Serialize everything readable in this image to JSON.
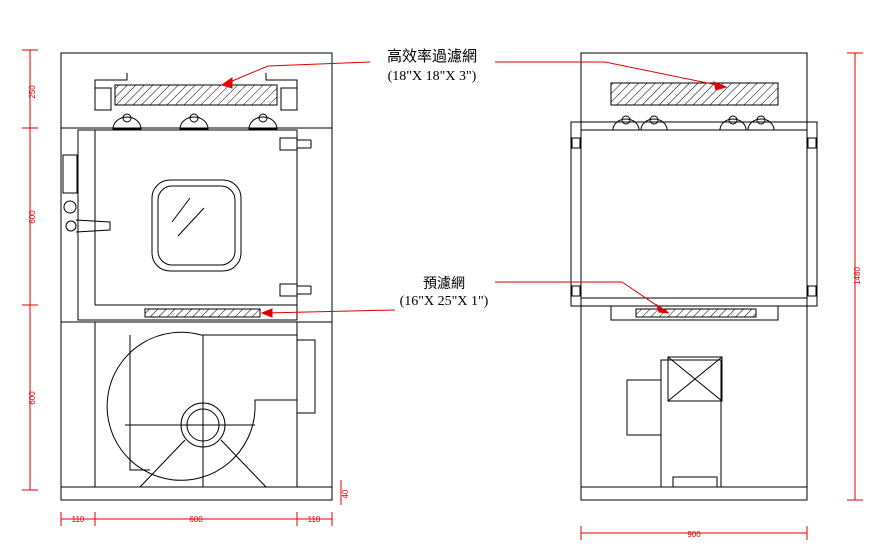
{
  "labels": {
    "hepa_filter": "高效率過濾網",
    "hepa_size": "(18\"X 18\"X 3\")",
    "pre_filter": "預濾網",
    "pre_size": "(16\"X 25\"X 1\")"
  },
  "dimensions": {
    "left_top": "250",
    "left_middle": "600",
    "left_bottom": "600",
    "bottom_small": "40",
    "bottom_left": "110",
    "bottom_center": "600",
    "bottom_right": "110",
    "right_total": "1480",
    "right_width": "900"
  },
  "colors": {
    "line": "#000000",
    "dimension": "#e00000"
  }
}
